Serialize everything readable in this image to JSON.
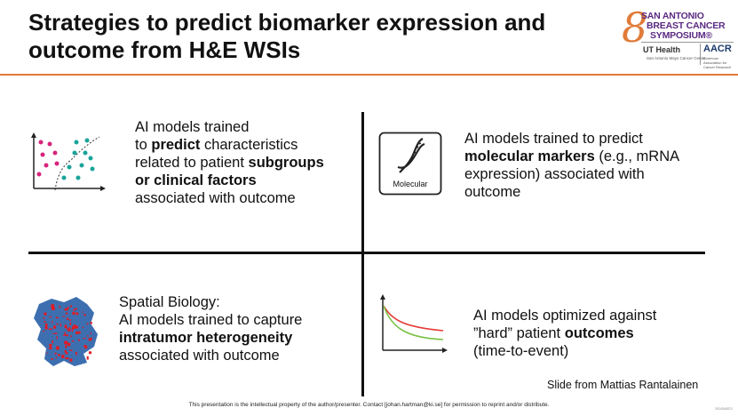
{
  "slide": {
    "title_line1": "Strategies to predict biomarker expression and",
    "title_line2": "outcome from H&E WSIs"
  },
  "logo": {
    "line1": "SAN ANTONIO",
    "line2": "BREAST CANCER",
    "line3": "SYMPOSIUM®",
    "ut": "UT Health",
    "ut_sub": "San Antonio Mays Cancer Center",
    "aacr": "AACR",
    "aacr_sub": "American Association for Cancer Research"
  },
  "quadrants": {
    "q1": {
      "l1": "AI models trained",
      "l2a": "to ",
      "l2b": "predict",
      "l2c": " characteristics",
      "l3a": "related to patient ",
      "l3b": "subgroups",
      "l4": "or clinical factors",
      "l5": "associated with outcome"
    },
    "q2": {
      "icon_label": "Molecular",
      "l1": "AI models trained to predict",
      "l2a": "molecular markers",
      "l2b": " (e.g., mRNA",
      "l3": "expression) associated with",
      "l4": "outcome"
    },
    "q3": {
      "l1": "Spatial Biology:",
      "l2": "AI models trained to capture",
      "l3": "intratumor heterogeneity",
      "l4": "associated with outcome"
    },
    "q4": {
      "l1": "AI models optimized against",
      "l2a": "”hard” patient ",
      "l2b": "outcomes",
      "l3": "(time-to-event)"
    }
  },
  "credit": "Slide from Mattias Rantalainen",
  "footer": "This presentation is the intellectual property of the author/presenter. Contact [johan.hartman@ki.se] for permission to reprint and/or distribute.",
  "corner_code": "2024SABCS",
  "colors": {
    "accent_orange": "#e07b39",
    "scatter_pink": "#d6247a",
    "scatter_teal": "#1aa39a",
    "curve_red": "#e53935",
    "curve_green": "#7cc24a",
    "spatial_blue": "#3d6fb0",
    "spatial_red": "#e01b24"
  }
}
